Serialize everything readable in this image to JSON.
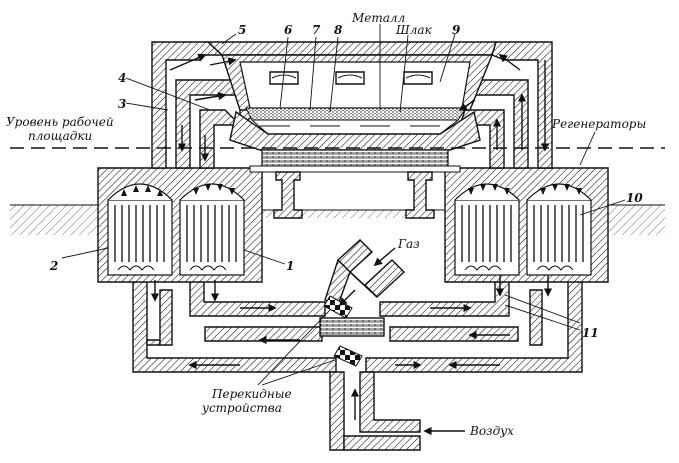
{
  "labels": {
    "metal": "Металл",
    "slag": "Шлак",
    "work_level_line1": "Уровень рабочей",
    "work_level_line2": "площадки",
    "regenerators": "Регенераторы",
    "gas": "Газ",
    "air": "Воздух",
    "reversing_line1": "Перекидные",
    "reversing_line2": "устройства"
  },
  "numbers": [
    "1",
    "2",
    "3",
    "4",
    "5",
    "6",
    "7",
    "8",
    "9",
    "10",
    "11"
  ]
}
